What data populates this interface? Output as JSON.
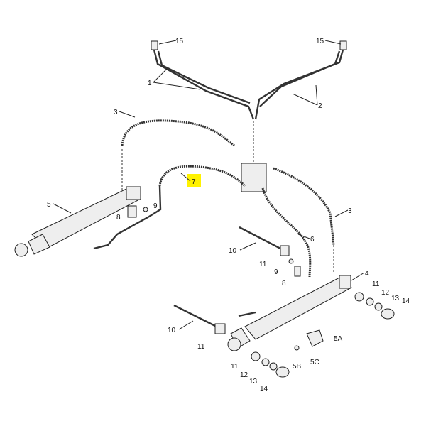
{
  "highlight_color": "#fff200",
  "highlighted_callout": "7",
  "callouts": [
    {
      "id": "c15a",
      "text": "15"
    },
    {
      "id": "c15b",
      "text": "15"
    },
    {
      "id": "c1",
      "text": "1"
    },
    {
      "id": "c2",
      "text": "2"
    },
    {
      "id": "c3a",
      "text": "3"
    },
    {
      "id": "c3b",
      "text": "3"
    },
    {
      "id": "c7",
      "text": "7"
    },
    {
      "id": "c5",
      "text": "5"
    },
    {
      "id": "c9a",
      "text": "9"
    },
    {
      "id": "c8a",
      "text": "8"
    },
    {
      "id": "c6",
      "text": "6"
    },
    {
      "id": "c10a",
      "text": "10"
    },
    {
      "id": "c11a",
      "text": "11"
    },
    {
      "id": "c9b",
      "text": "9"
    },
    {
      "id": "c8b",
      "text": "8"
    },
    {
      "id": "c4",
      "text": "4"
    },
    {
      "id": "c11b",
      "text": "11"
    },
    {
      "id": "c12a",
      "text": "12"
    },
    {
      "id": "c13a",
      "text": "13"
    },
    {
      "id": "c14a",
      "text": "14"
    },
    {
      "id": "c10b",
      "text": "10"
    },
    {
      "id": "c11c",
      "text": "11"
    },
    {
      "id": "c5a",
      "text": "5A"
    },
    {
      "id": "c5b",
      "text": "5B"
    },
    {
      "id": "c5c",
      "text": "5C"
    },
    {
      "id": "c11d",
      "text": "11"
    },
    {
      "id": "c12b",
      "text": "12"
    },
    {
      "id": "c13b",
      "text": "13"
    },
    {
      "id": "c14b",
      "text": "14"
    }
  ]
}
